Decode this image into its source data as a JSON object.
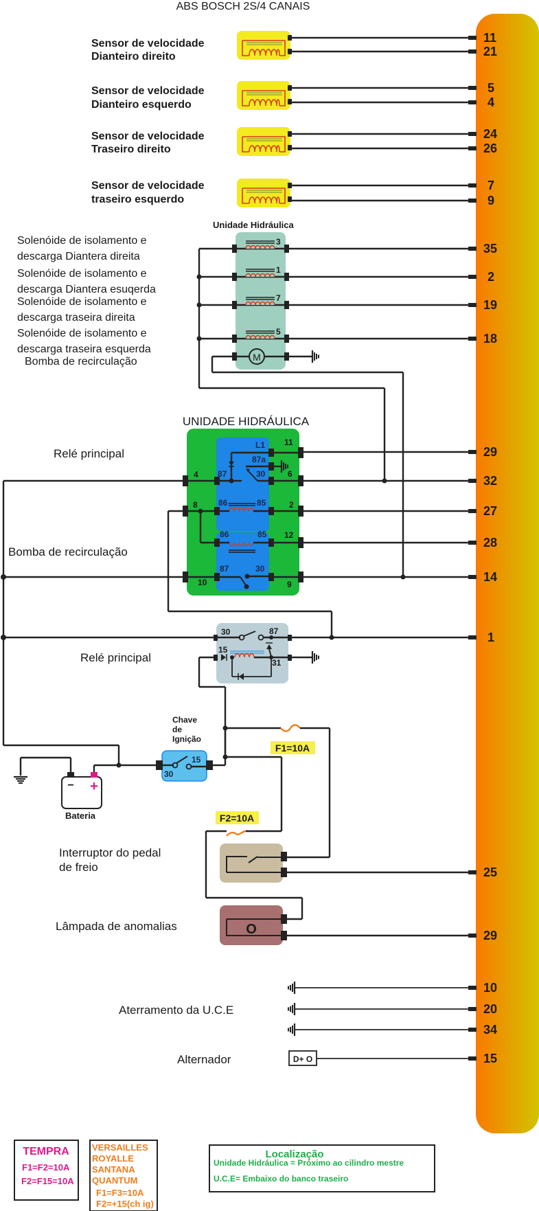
{
  "title": "ABS BOSCH 2S/4 CANAIS",
  "ecu_colors": {
    "left": "#f97a00",
    "right": "#d2c400"
  },
  "wheel_sensors": [
    {
      "line1": "Sensor de velocidade",
      "line2": "Dianteiro direito",
      "pins": [
        "11",
        "21"
      ]
    },
    {
      "line1": "Sensor de velocidade",
      "line2": "Dianteiro esquerdo",
      "pins": [
        "5",
        "4"
      ]
    },
    {
      "line1": "Sensor de velocidade",
      "line2": "Traseiro direito",
      "pins": [
        "24",
        "26"
      ]
    },
    {
      "line1": "Sensor de velocidade",
      "line2": "traseiro esquerdo",
      "pins": [
        "7",
        "9"
      ]
    }
  ],
  "hydraulic_unit_small": {
    "title": "Unidade Hidráulica",
    "solenoids": [
      {
        "line1": "Solenóide de isolamento e",
        "line2": "descarga Diantera direita",
        "coil": "3",
        "pin": "35"
      },
      {
        "line1": "Solenóide de isolamento e",
        "line2": "descarga Diantera esuqerda",
        "coil": "1",
        "pin": "2"
      },
      {
        "line1": "Solenóide de isolamento e",
        "line2": "descarga traseira direita",
        "coil": "7",
        "pin": "19"
      },
      {
        "line1": "Solenóide de isolamento e",
        "line2": "descarga traseira esquerda",
        "coil": "5",
        "pin": "18"
      }
    ],
    "pump_label": "Bomba de recirculação",
    "motor_symbol": "M"
  },
  "hydraulic_unit_big": {
    "title": "UNIDADE HIDRÁULICA",
    "relay_label": "Relé principal",
    "pump_label": "Bomba de recirculação",
    "terminals": {
      "l1": "L1",
      "t87a": "87a",
      "t87": "87",
      "t30": "30",
      "t86": "86",
      "t85": "85",
      "t86b": "86",
      "t85b": "85",
      "t87c": "87",
      "t30c": "30"
    },
    "connector_pins": {
      "left": [
        "4",
        "8",
        "10"
      ],
      "right": [
        "11",
        "6",
        "2",
        "12",
        "9"
      ]
    },
    "ecu_pins": [
      "29",
      "32",
      "27",
      "28",
      "14"
    ]
  },
  "main_relay": {
    "label": "Relé principal",
    "terminals": {
      "t30": "30",
      "t87": "87",
      "t15": "15",
      "t31": "31"
    },
    "ecu_pin": "1"
  },
  "ignition": {
    "label_lines": [
      "Chave",
      "de",
      "Ignição"
    ],
    "t30": "30",
    "t15": "15"
  },
  "battery": {
    "label": "Bateria",
    "neg": "−",
    "pos": "+"
  },
  "fuses": [
    {
      "label": "F1=10A",
      "color": "#f7ef4a"
    },
    {
      "label": "F2=10A",
      "color": "#f7ef4a"
    }
  ],
  "brake_switch": {
    "line1": "Interruptor do pedal",
    "line2": "de freio",
    "ecu_pin": "25"
  },
  "warning_lamp": {
    "label": "Lâmpada de anomalias",
    "symbol": "O",
    "ecu_pin": "29"
  },
  "ground": {
    "label": "Aterramento da U.C.E",
    "ecu_pins": [
      "10",
      "20",
      "34"
    ]
  },
  "alternator": {
    "label": "Alternador",
    "symbol": "D+ O",
    "ecu_pin": "15"
  },
  "legend": {
    "tempra": {
      "title": "TEMPRA",
      "lines": [
        "F1=F2=10A",
        "F2=F15=10A"
      ],
      "color": "#e0198a"
    },
    "vw": {
      "lines": [
        "VERSAILLES",
        "ROYALLE",
        "SANTANA",
        "QUANTUM"
      ],
      "fuses": [
        "F1=F3=10A",
        "F2=+15(ch ig)"
      ],
      "color": "#f07d1a"
    },
    "location": {
      "title": "Localização",
      "lines": [
        "Unidade Hidráulica = Próximo ao cilindro mestre",
        "U.C.E= Embaixo do banco traseiro"
      ],
      "color": "#1fae4a"
    }
  }
}
